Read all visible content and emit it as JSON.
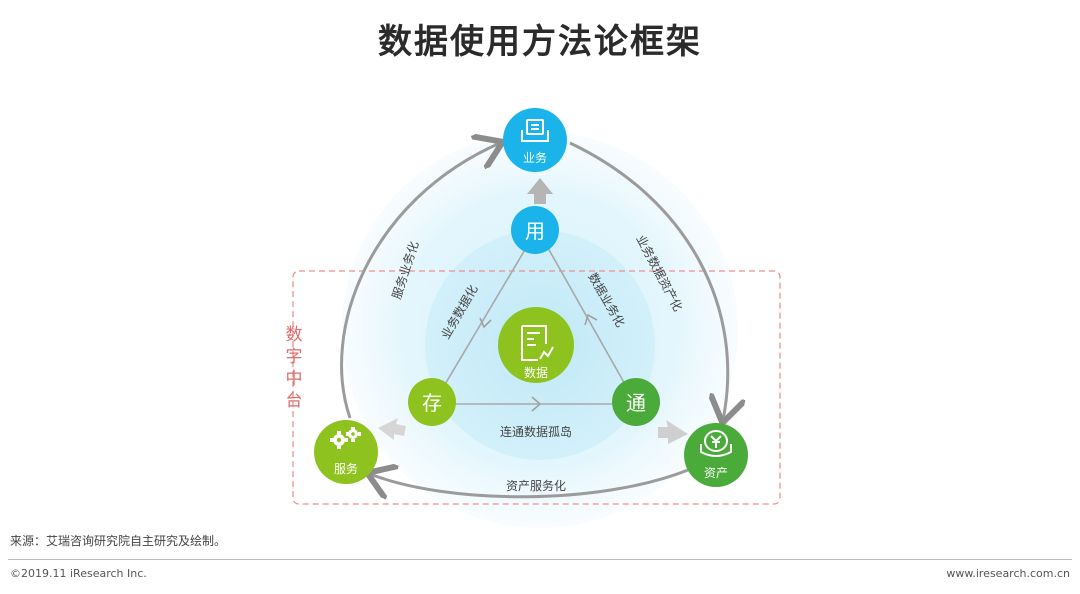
{
  "title": "数据使用方法论框架",
  "diagram": {
    "region_label": "数字中台",
    "nodes": {
      "business": "业务",
      "use": "用",
      "data": "数据",
      "store": "存",
      "connect": "通",
      "service": "服务",
      "asset": "资产"
    },
    "edges": {
      "service_to_business": "服务业务化",
      "business_to_asset": "业务数据资产化",
      "asset_to_service": "资产服务化",
      "use_to_store": "业务数据化",
      "connect_to_use": "数据业务化",
      "store_to_connect": "连通数据孤岛"
    },
    "colors": {
      "blue_node": "#1bb4ea",
      "light_green_node": "#8dc21f",
      "green_node": "#4aab3a",
      "outer_halo": "#e9f7fd",
      "inner_halo": "#cdeef9",
      "dashed_border": "#ef8f8f",
      "arrow_gray": "#a9a9a9"
    }
  },
  "footer": {
    "source": "来源：艾瑞咨询研究院自主研究及绘制。",
    "copyright": "©2019.11 iResearch Inc.",
    "website": "www.iresearch.com.cn"
  }
}
